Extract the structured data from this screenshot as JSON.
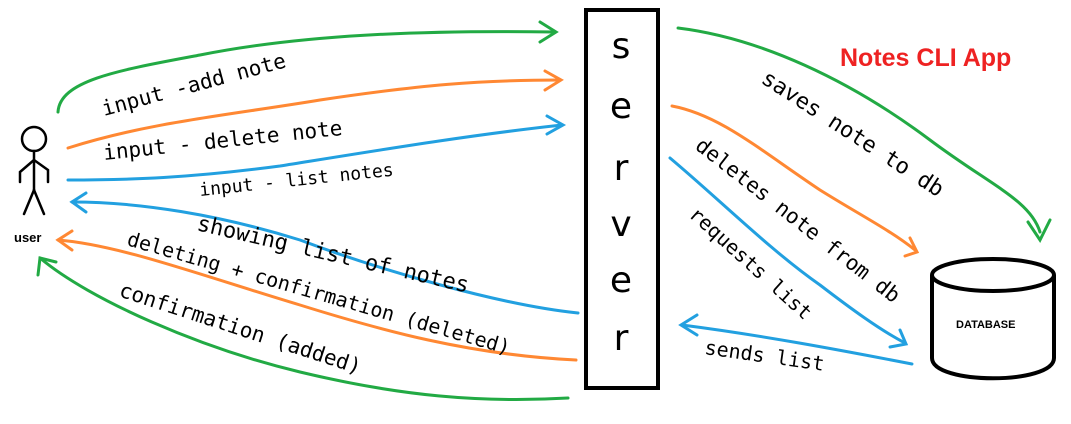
{
  "title": "Notes CLI App",
  "actor": {
    "label": "user"
  },
  "server": {
    "letters": [
      "s",
      "e",
      "r",
      "v",
      "e",
      "r"
    ]
  },
  "database": {
    "label": "DATABASE"
  },
  "colors": {
    "green": "#22aa44",
    "orange": "#ff8833",
    "blue": "#22a0e0",
    "title_red": "#ee2222"
  },
  "flows": {
    "input_add": "input -add note",
    "input_delete": "input - delete note",
    "input_list": "input - list notes",
    "saves_note": "saves note to db",
    "deletes_note": "deletes note from db",
    "requests_list": "requests list",
    "sends_list": "sends list",
    "showing_list": "showing list of notes",
    "deleting_confirmation": "deleting + confirmation (deleted)",
    "confirmation_added": "confirmation (added)"
  }
}
